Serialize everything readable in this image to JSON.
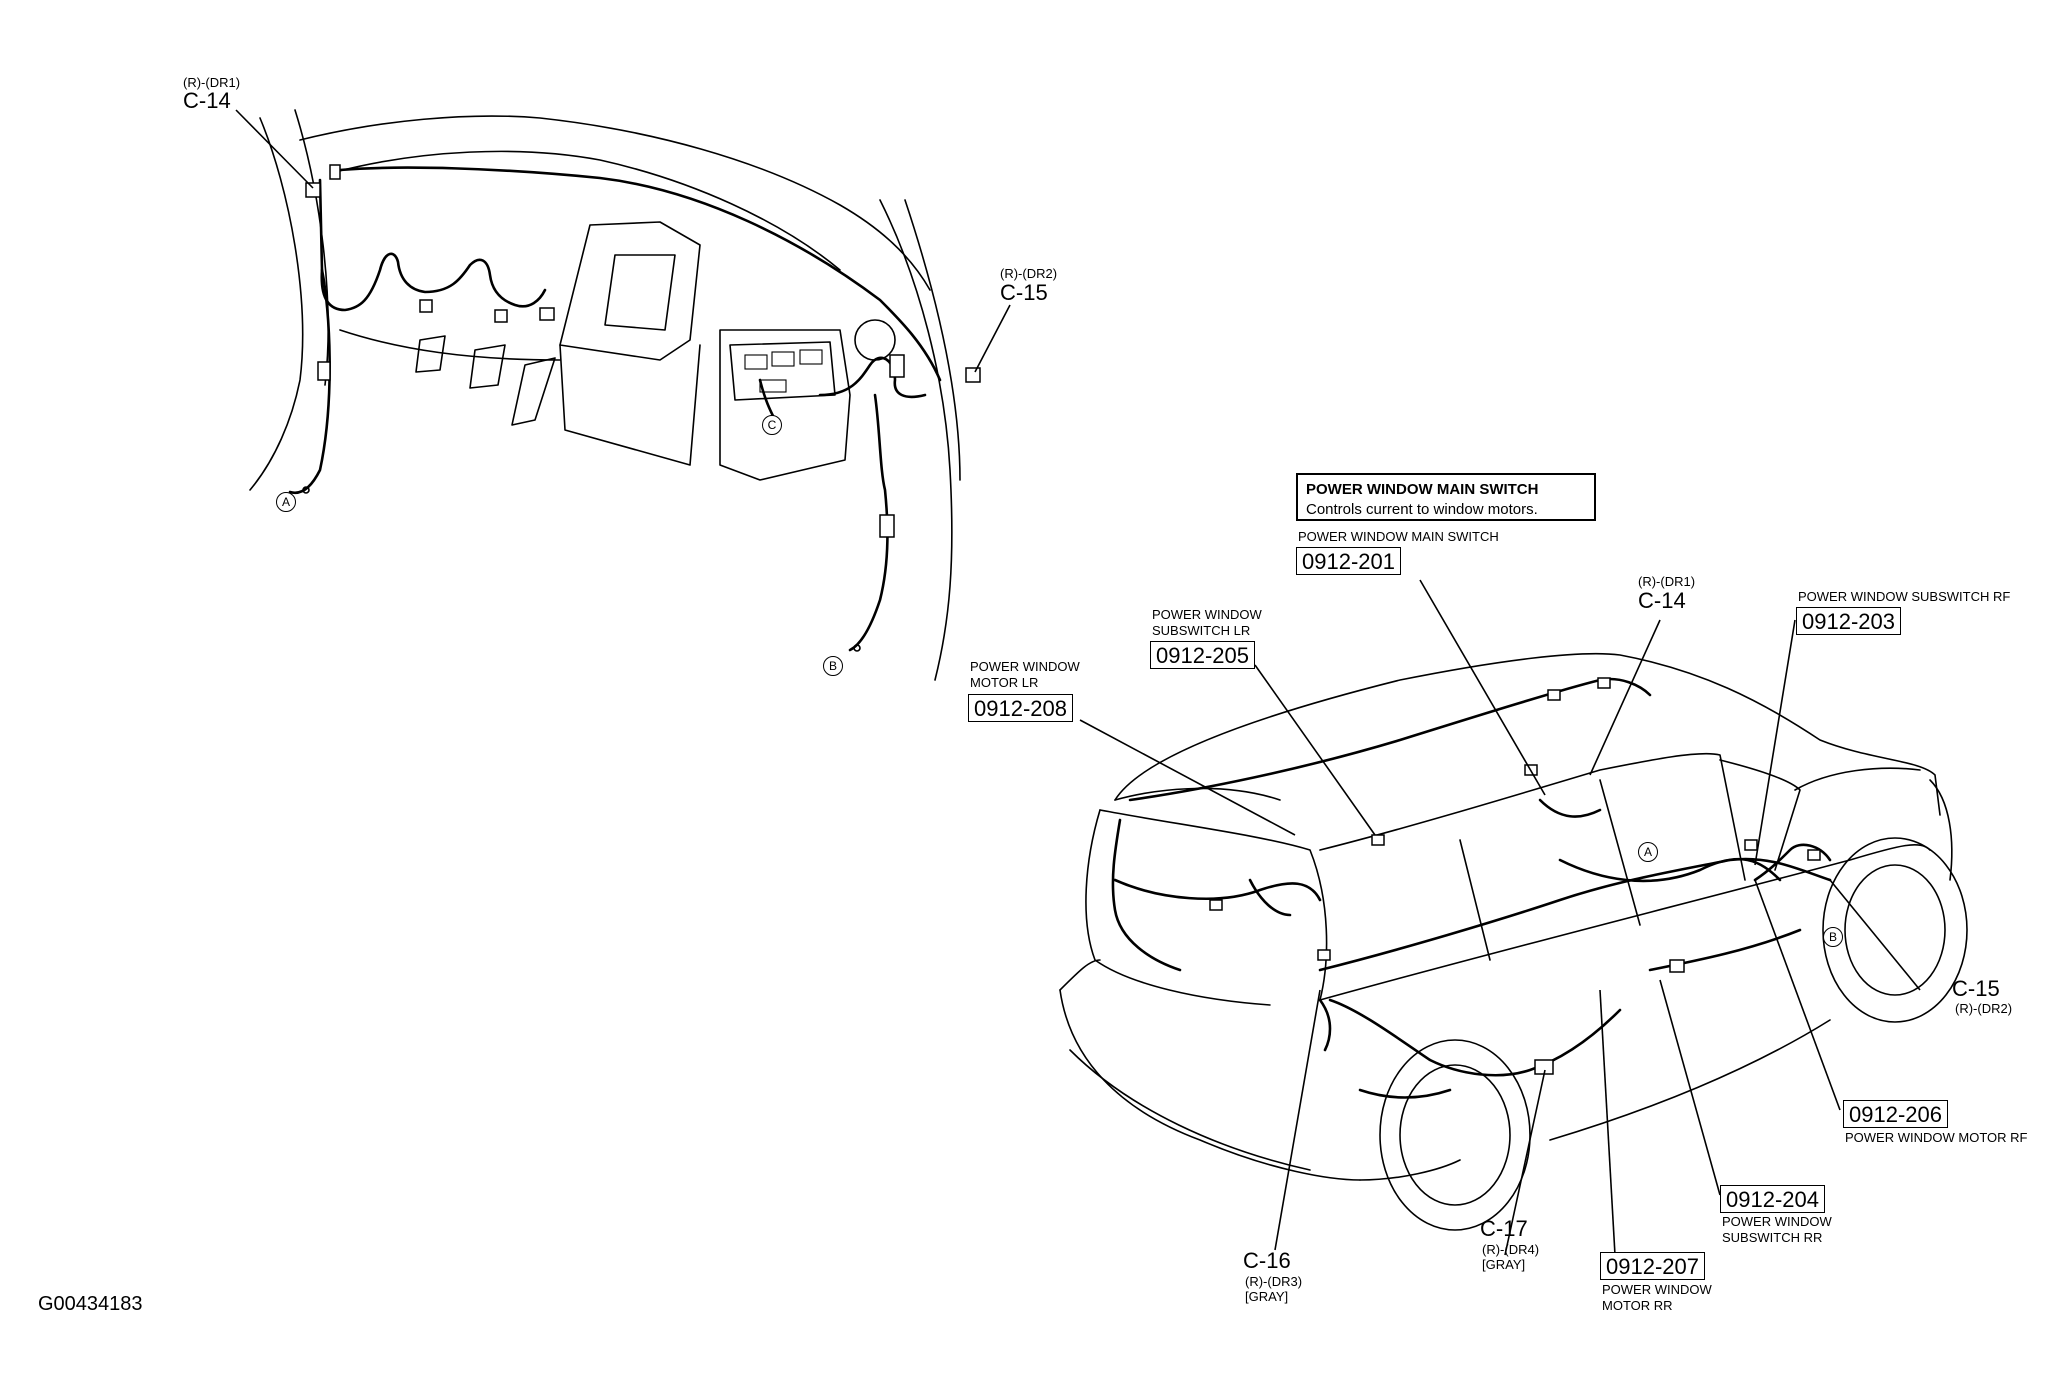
{
  "figure_id": "G00434183",
  "info_box": {
    "title": "POWER WINDOW MAIN SWITCH",
    "text": "Controls current to window motors."
  },
  "instrument_panel_connectors": {
    "c14": {
      "sub": "(R)-(DR1)",
      "label": "C-14"
    },
    "c15": {
      "sub": "(R)-(DR2)",
      "label": "C-15"
    }
  },
  "circle_markers": {
    "a": "A",
    "b": "B",
    "c": "C"
  },
  "components": [
    {
      "name": "POWER WINDOW MAIN SWITCH",
      "code": "0912-201"
    },
    {
      "name": "POWER WINDOW SUBSWITCH RF",
      "code": "0912-203"
    },
    {
      "name": "POWER WINDOW SUBSWITCH RR",
      "code": "0912-204"
    },
    {
      "name": "POWER WINDOW SUBSWITCH LR",
      "code": "0912-205"
    },
    {
      "name": "POWER WINDOW MOTOR RF",
      "code": "0912-206"
    },
    {
      "name": "POWER WINDOW MOTOR RR",
      "code": "0912-207"
    },
    {
      "name": "POWER WINDOW MOTOR LR",
      "code": "0912-208"
    }
  ],
  "labels": {
    "main_switch": "POWER WINDOW MAIN SWITCH",
    "subswitch_rf": "POWER WINDOW SUBSWITCH RF",
    "subswitch_lr_line1": "POWER WINDOW",
    "subswitch_lr_line2": "SUBSWITCH LR",
    "motor_lr_line1": "POWER WINDOW",
    "motor_lr_line2": "MOTOR LR",
    "motor_rf": "POWER WINDOW MOTOR RF",
    "subswitch_rr_line1": "POWER WINDOW",
    "subswitch_rr_line2": "SUBSWITCH RR",
    "motor_rr_line1": "POWER WINDOW",
    "motor_rr_line2": "MOTOR RR"
  },
  "vehicle_connectors": {
    "c14": {
      "sub": "(R)-(DR1)",
      "label": "C-14"
    },
    "c15": {
      "label": "C-15",
      "sub": "(R)-(DR2)"
    },
    "c16": {
      "label": "C-16",
      "sub": "(R)-(DR3)",
      "color": "[GRAY]"
    },
    "c17": {
      "label": "C-17",
      "sub": "(R)-(DR4)",
      "color": "[GRAY]"
    }
  }
}
